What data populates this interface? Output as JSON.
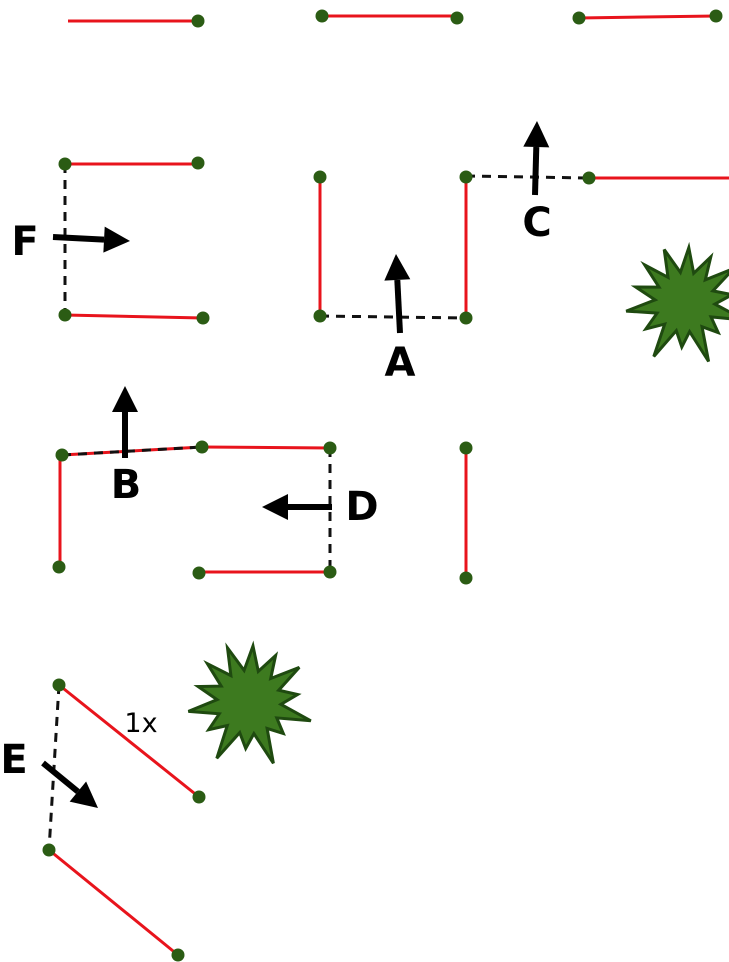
{
  "colors": {
    "wall": "#e8141c",
    "node": "#2b5c14",
    "gap": "#111111",
    "arrow": "#000000",
    "hazard_fill": "#3d7a1f",
    "hazard_stroke": "#1f4a10"
  },
  "labels": {
    "A": "A",
    "B": "B",
    "C": "C",
    "D": "D",
    "E": "E",
    "F": "F",
    "multiplier": "1x"
  },
  "icons": {
    "hazard": "green-spiky-burst"
  }
}
